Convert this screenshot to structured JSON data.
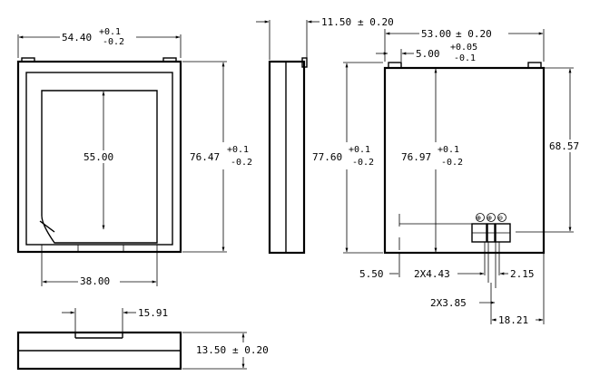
{
  "front": {
    "width": "54.40",
    "width_tol_upper": "+0.1",
    "width_tol_lower": "-0.2",
    "window_height": "55.00",
    "height": "76.47",
    "height_tol_upper": "+0.1",
    "height_tol_lower": "-0.2",
    "window_width": "38.00"
  },
  "side": {
    "thickness": "11.50",
    "thickness_tol": "± 0.20"
  },
  "back": {
    "height": "77.60",
    "height_tol_upper": "+0.1",
    "height_tol_lower": "-0.2",
    "width": "53.00",
    "width_tol": "± 0.20",
    "tab": "5.00",
    "tab_tol_upper": "+0.05",
    "tab_tol_lower": "-0.1",
    "inner_height": "76.97",
    "inner_height_tol_upper": "+0.1",
    "inner_height_tol_lower": "-0.2",
    "terminal_height": "68.57",
    "bottom_offset": "5.50",
    "terminal_width": "2X4.43",
    "terminal_gap": "2.15",
    "terminal_pitch": "2X3.85",
    "terminal_offset": "18.21",
    "symbols": [
      "⊕",
      "⊕",
      "⊖"
    ]
  },
  "bottom": {
    "slot": "15.91",
    "thickness": "13.50",
    "thickness_tol": "± 0.20"
  }
}
